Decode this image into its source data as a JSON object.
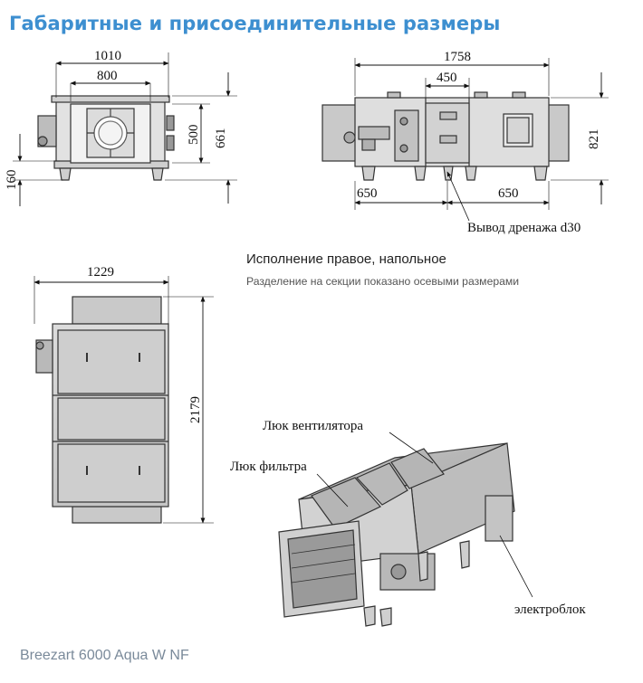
{
  "title": "Габаритные и присоединительные размеры",
  "front": {
    "width_outer": "1010",
    "width_inner": "800",
    "height_mid": "500",
    "height_total": "661",
    "leg": "160"
  },
  "side": {
    "length": "1758",
    "section": "450",
    "height": "821",
    "left_axis": "650",
    "right_axis": "650",
    "drain_label": "Вывод дренажа d30"
  },
  "top": {
    "width": "1229",
    "length": "2179"
  },
  "execution_text": "Исполнение правое, напольное",
  "sections_text": "Разделение на секции показано осевыми размерами",
  "iso": {
    "fan_hatch": "Люк вентилятора",
    "filter_hatch": "Люк фильтра",
    "electro": "электроблок"
  },
  "model": "Breezart 6000 Aqua W NF",
  "colors": {
    "title": "#3d8fd0",
    "body": "#d7d7d7",
    "panel": "#cfcfcf",
    "outline": "#333333"
  }
}
